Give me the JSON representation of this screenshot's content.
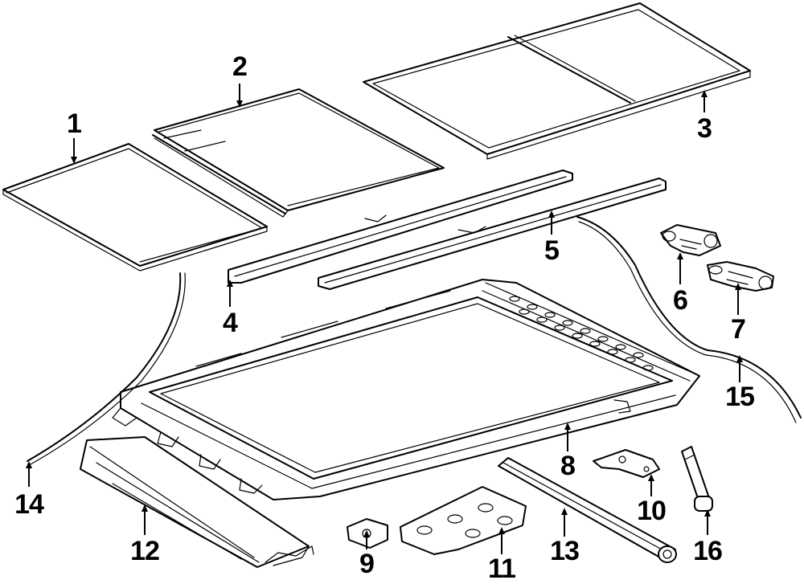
{
  "callouts": [
    {
      "number": "1",
      "part": "glass-panel-front"
    },
    {
      "number": "2",
      "part": "glass-panel-rear"
    },
    {
      "number": "3",
      "part": "frame-seal"
    },
    {
      "number": "4",
      "part": "deflector-front"
    },
    {
      "number": "5",
      "part": "deflector-rear"
    },
    {
      "number": "6",
      "part": "motor-front"
    },
    {
      "number": "7",
      "part": "motor-rear"
    },
    {
      "number": "8",
      "part": "sunroof-frame"
    },
    {
      "number": "9",
      "part": "bracket-small"
    },
    {
      "number": "10",
      "part": "bracket-side"
    },
    {
      "number": "11",
      "part": "bracket-plate"
    },
    {
      "number": "12",
      "part": "sunshade-front"
    },
    {
      "number": "13",
      "part": "sunshade-roller"
    },
    {
      "number": "14",
      "part": "drain-hose-front"
    },
    {
      "number": "15",
      "part": "drain-hose-rear"
    },
    {
      "number": "16",
      "part": "gas-strut"
    }
  ]
}
